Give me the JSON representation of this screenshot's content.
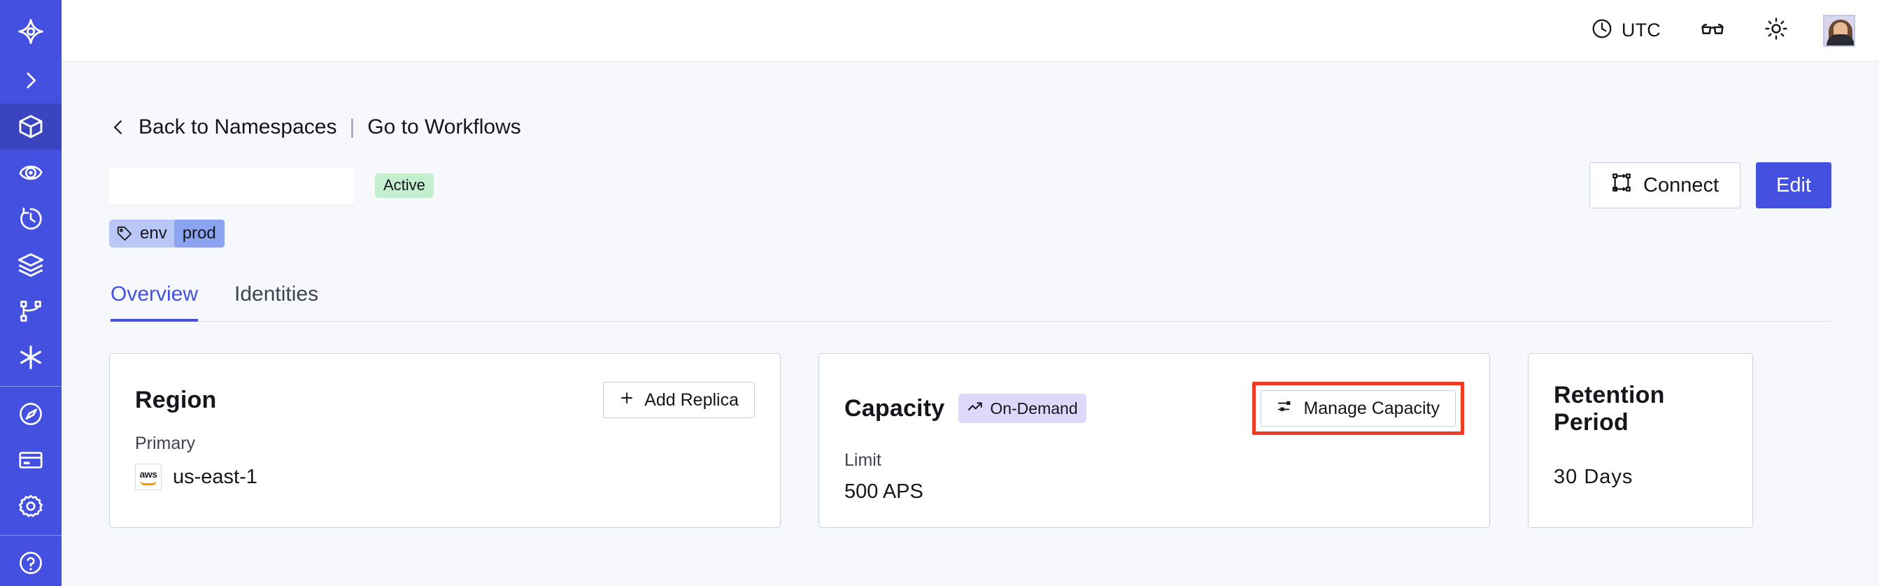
{
  "sidebar": {
    "background_color": "#4450e0",
    "active_color": "#3a44bf",
    "items": [
      {
        "name": "logo",
        "icon": "temporal-logo-icon",
        "active": false
      },
      {
        "name": "expand",
        "icon": "chevron-right-icon",
        "active": false
      },
      {
        "name": "namespaces",
        "icon": "cube-icon",
        "active": true
      },
      {
        "name": "observability",
        "icon": "eye-spiral-icon",
        "active": false
      },
      {
        "name": "schedules",
        "icon": "clock-history-icon",
        "active": false
      },
      {
        "name": "batch-operations",
        "icon": "layers-icon",
        "active": false
      },
      {
        "name": "workflows",
        "icon": "git-branch-icon",
        "active": false
      },
      {
        "name": "nexus",
        "icon": "asterisk-icon",
        "active": false
      },
      {
        "name": "usage",
        "icon": "gauge-icon",
        "active": false
      },
      {
        "name": "billing",
        "icon": "credit-card-icon",
        "active": false
      },
      {
        "name": "settings",
        "icon": "gear-icon",
        "active": false
      },
      {
        "name": "help",
        "icon": "help-circle-icon",
        "active": false
      }
    ]
  },
  "topbar": {
    "timezone_icon": "clock-icon",
    "timezone_label": "UTC",
    "glasses_icon": "glasses-icon",
    "theme_icon": "sun-icon",
    "avatar": "user-avatar"
  },
  "breadcrumb": {
    "back_icon": "chevron-left-icon",
    "back_label": "Back to Namespaces",
    "separator": "|",
    "forward_label": "Go to Workflows"
  },
  "header": {
    "namespace_title": "",
    "status_badge": "Active",
    "status_badge_color": "#c4efcf",
    "connect_label": "Connect",
    "connect_icon": "connect-flow-icon",
    "edit_label": "Edit",
    "edit_color": "#4450e0",
    "tag": {
      "icon": "tag-icon",
      "key": "env",
      "value": "prod"
    }
  },
  "tabs": [
    {
      "label": "Overview",
      "active": true
    },
    {
      "label": "Identities",
      "active": false
    }
  ],
  "cards": {
    "region": {
      "title": "Region",
      "action_label": "Add Replica",
      "action_icon": "plus-icon",
      "label": "Primary",
      "provider_icon": "aws-logo",
      "provider_text": "aws",
      "value": "us-east-1"
    },
    "capacity": {
      "title": "Capacity",
      "badge_label": "On-Demand",
      "badge_icon": "trending-up-icon",
      "badge_color": "#ded8fa",
      "action_label": "Manage Capacity",
      "action_icon": "sliders-icon",
      "action_highlight_color": "#ef3b21",
      "label": "Limit",
      "value": "500 APS"
    },
    "retention": {
      "title": "Retention Period",
      "value": "30 Days"
    }
  }
}
